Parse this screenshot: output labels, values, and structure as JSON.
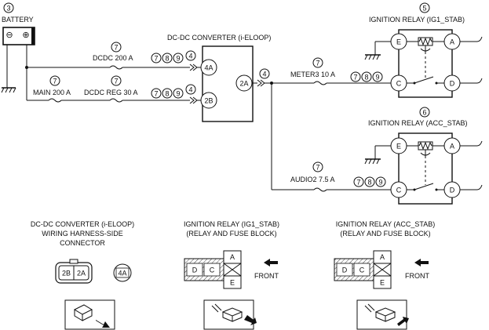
{
  "battery": {
    "ref": "3",
    "label": "BATTERY",
    "neg": "⊖",
    "pos": "⊕"
  },
  "converter": {
    "title": "DC-DC CONVERTER (i-ELOOP)",
    "t4a": "4A",
    "t2b": "2B",
    "t2a": "2A"
  },
  "relay_ig1": {
    "ref": "5",
    "title": "IGNITION RELAY (IG1_STAB)",
    "e": "E",
    "a": "A",
    "c": "C",
    "d": "D"
  },
  "relay_acc": {
    "ref": "6",
    "title": "IGNITION RELAY (ACC_STAB)",
    "e": "E",
    "a": "A",
    "c": "C",
    "d": "D"
  },
  "fuses": {
    "dcdc200": {
      "label": "DCDC 200 A",
      "ref": "7"
    },
    "main200": {
      "label": "MAIN 200 A",
      "ref": "7"
    },
    "dcdcreg30": {
      "label": "DCDC REG 30 A",
      "ref": "7"
    },
    "meter3": {
      "label": "METER3 10 A",
      "ref": "7"
    },
    "audio2": {
      "label": "AUDIO2 7.5 A",
      "ref": "7"
    }
  },
  "refs": {
    "r7": "7",
    "r8": "8",
    "r9": "9",
    "r4": "4"
  },
  "connectors": {
    "dcdc": {
      "title1": "DC-DC CONVERTER (i-ELOOP)",
      "title2": "WIRING HARNESS-SIDE",
      "title3": "CONNECTOR",
      "p2b": "2B",
      "p2a": "2A",
      "p4a": "4A"
    },
    "ig1": {
      "title1": "IGNITION RELAY (IG1_STAB)",
      "title2": "(RELAY AND FUSE BLOCK)",
      "d": "D",
      "c": "C",
      "a": "A",
      "e": "E",
      "front": "FRONT"
    },
    "acc": {
      "title1": "IGNITION RELAY (ACC_STAB)",
      "title2": "(RELAY AND FUSE BLOCK)",
      "d": "D",
      "c": "C",
      "a": "A",
      "e": "E",
      "front": "FRONT"
    }
  }
}
